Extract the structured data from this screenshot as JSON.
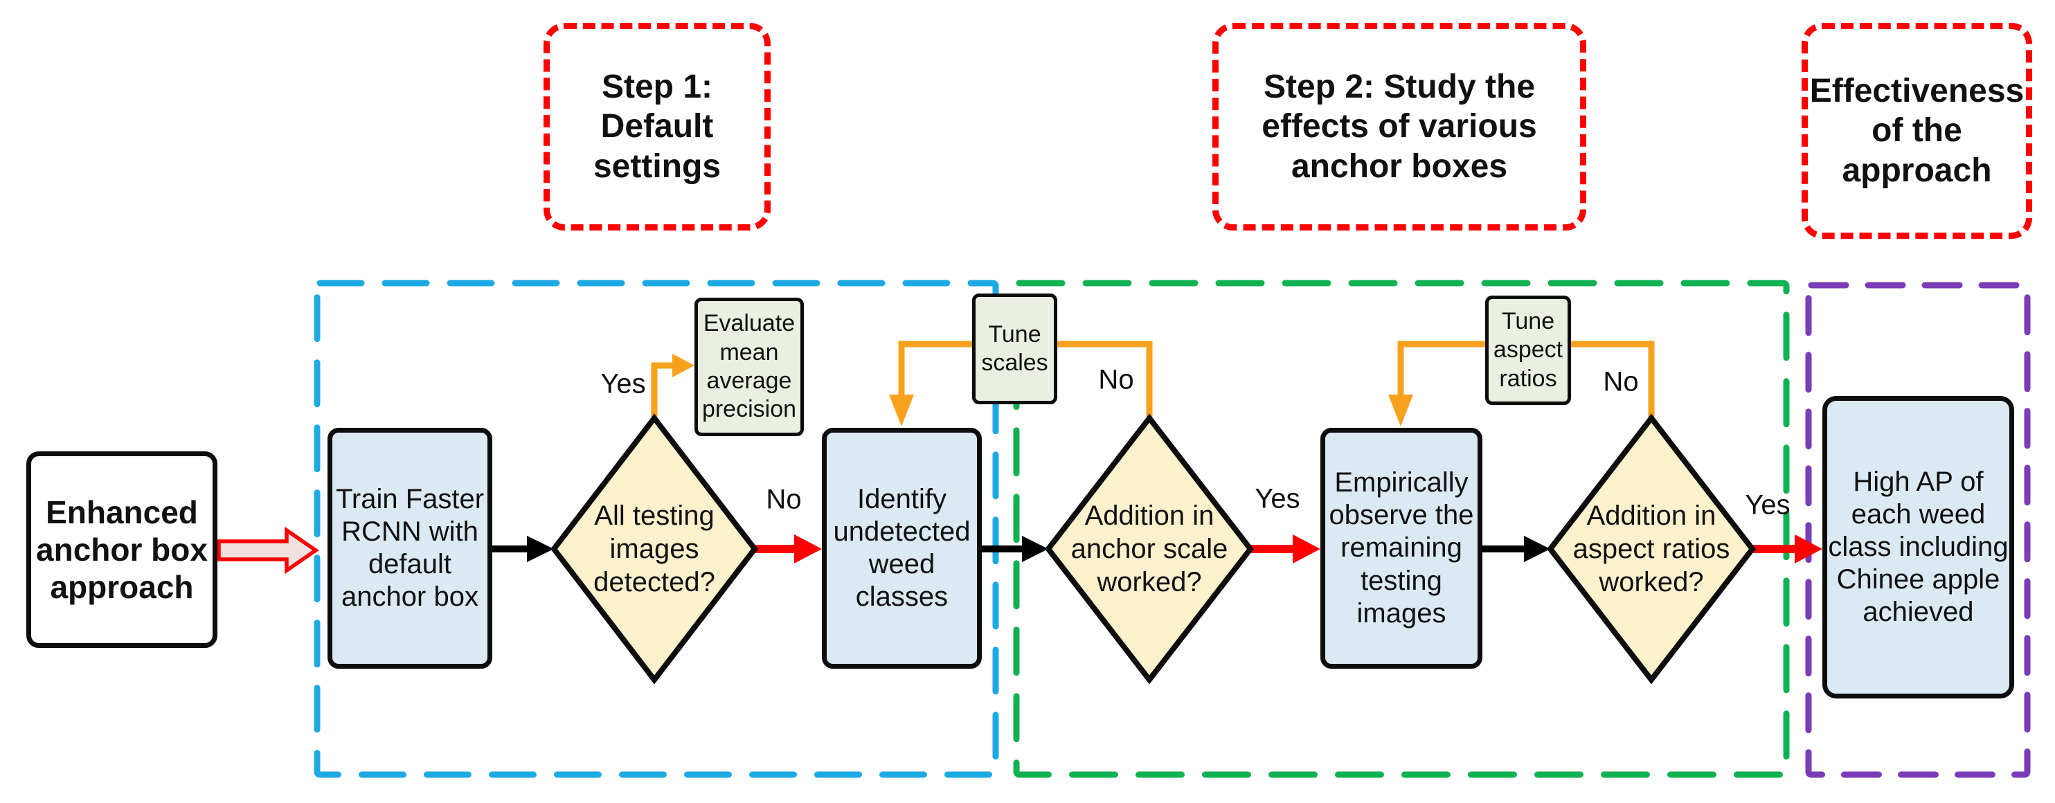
{
  "headers": {
    "step1": "Step 1:\nDefault\nsettings",
    "step2": "Step 2: Study the\neffects of various\nanchor boxes",
    "effectiveness": "Effectiveness\nof the\napproach"
  },
  "nodes": {
    "enhanced": "Enhanced\nanchor box\napproach",
    "train": "Train Faster\nRCNN with\ndefault\nanchor box",
    "all_testing": "All testing\nimages\ndetected?",
    "evaluate": "Evaluate\nmean\naverage\nprecision",
    "identify": "Identify\nundetected\nweed\nclasses",
    "tune_scales": "Tune\nscales",
    "anchor_scale": "Addition in\nanchor scale\nworked?",
    "empirically": "Empirically\nobserve the\nremaining\ntesting\nimages",
    "tune_aspect": "Tune\naspect\nratios",
    "aspect_ratios": "Addition in\naspect ratios\nworked?",
    "high_ap": "High AP of\neach weed\nclass including\nChinee apple\nachieved"
  },
  "labels": {
    "yes1": "Yes",
    "no1": "No",
    "no2": "No",
    "yes2": "Yes",
    "no3": "No",
    "yes3": "Yes"
  },
  "colors": {
    "node_border": "#0d0d0d",
    "blue_fill": "#dbe9f3",
    "yellow_fill": "#fcf1cd",
    "green_fill": "#eaf0e1",
    "white_fill": "#ffffff",
    "orange": "#f7a11c",
    "red": "#ff0000",
    "pink_fill": "#f3e0e0",
    "cyan_dash": "#1ca9e4",
    "green_dash": "#10b152",
    "purple_dash": "#7a3cb8",
    "red_dash": "#ff0000",
    "text": "#111111"
  }
}
